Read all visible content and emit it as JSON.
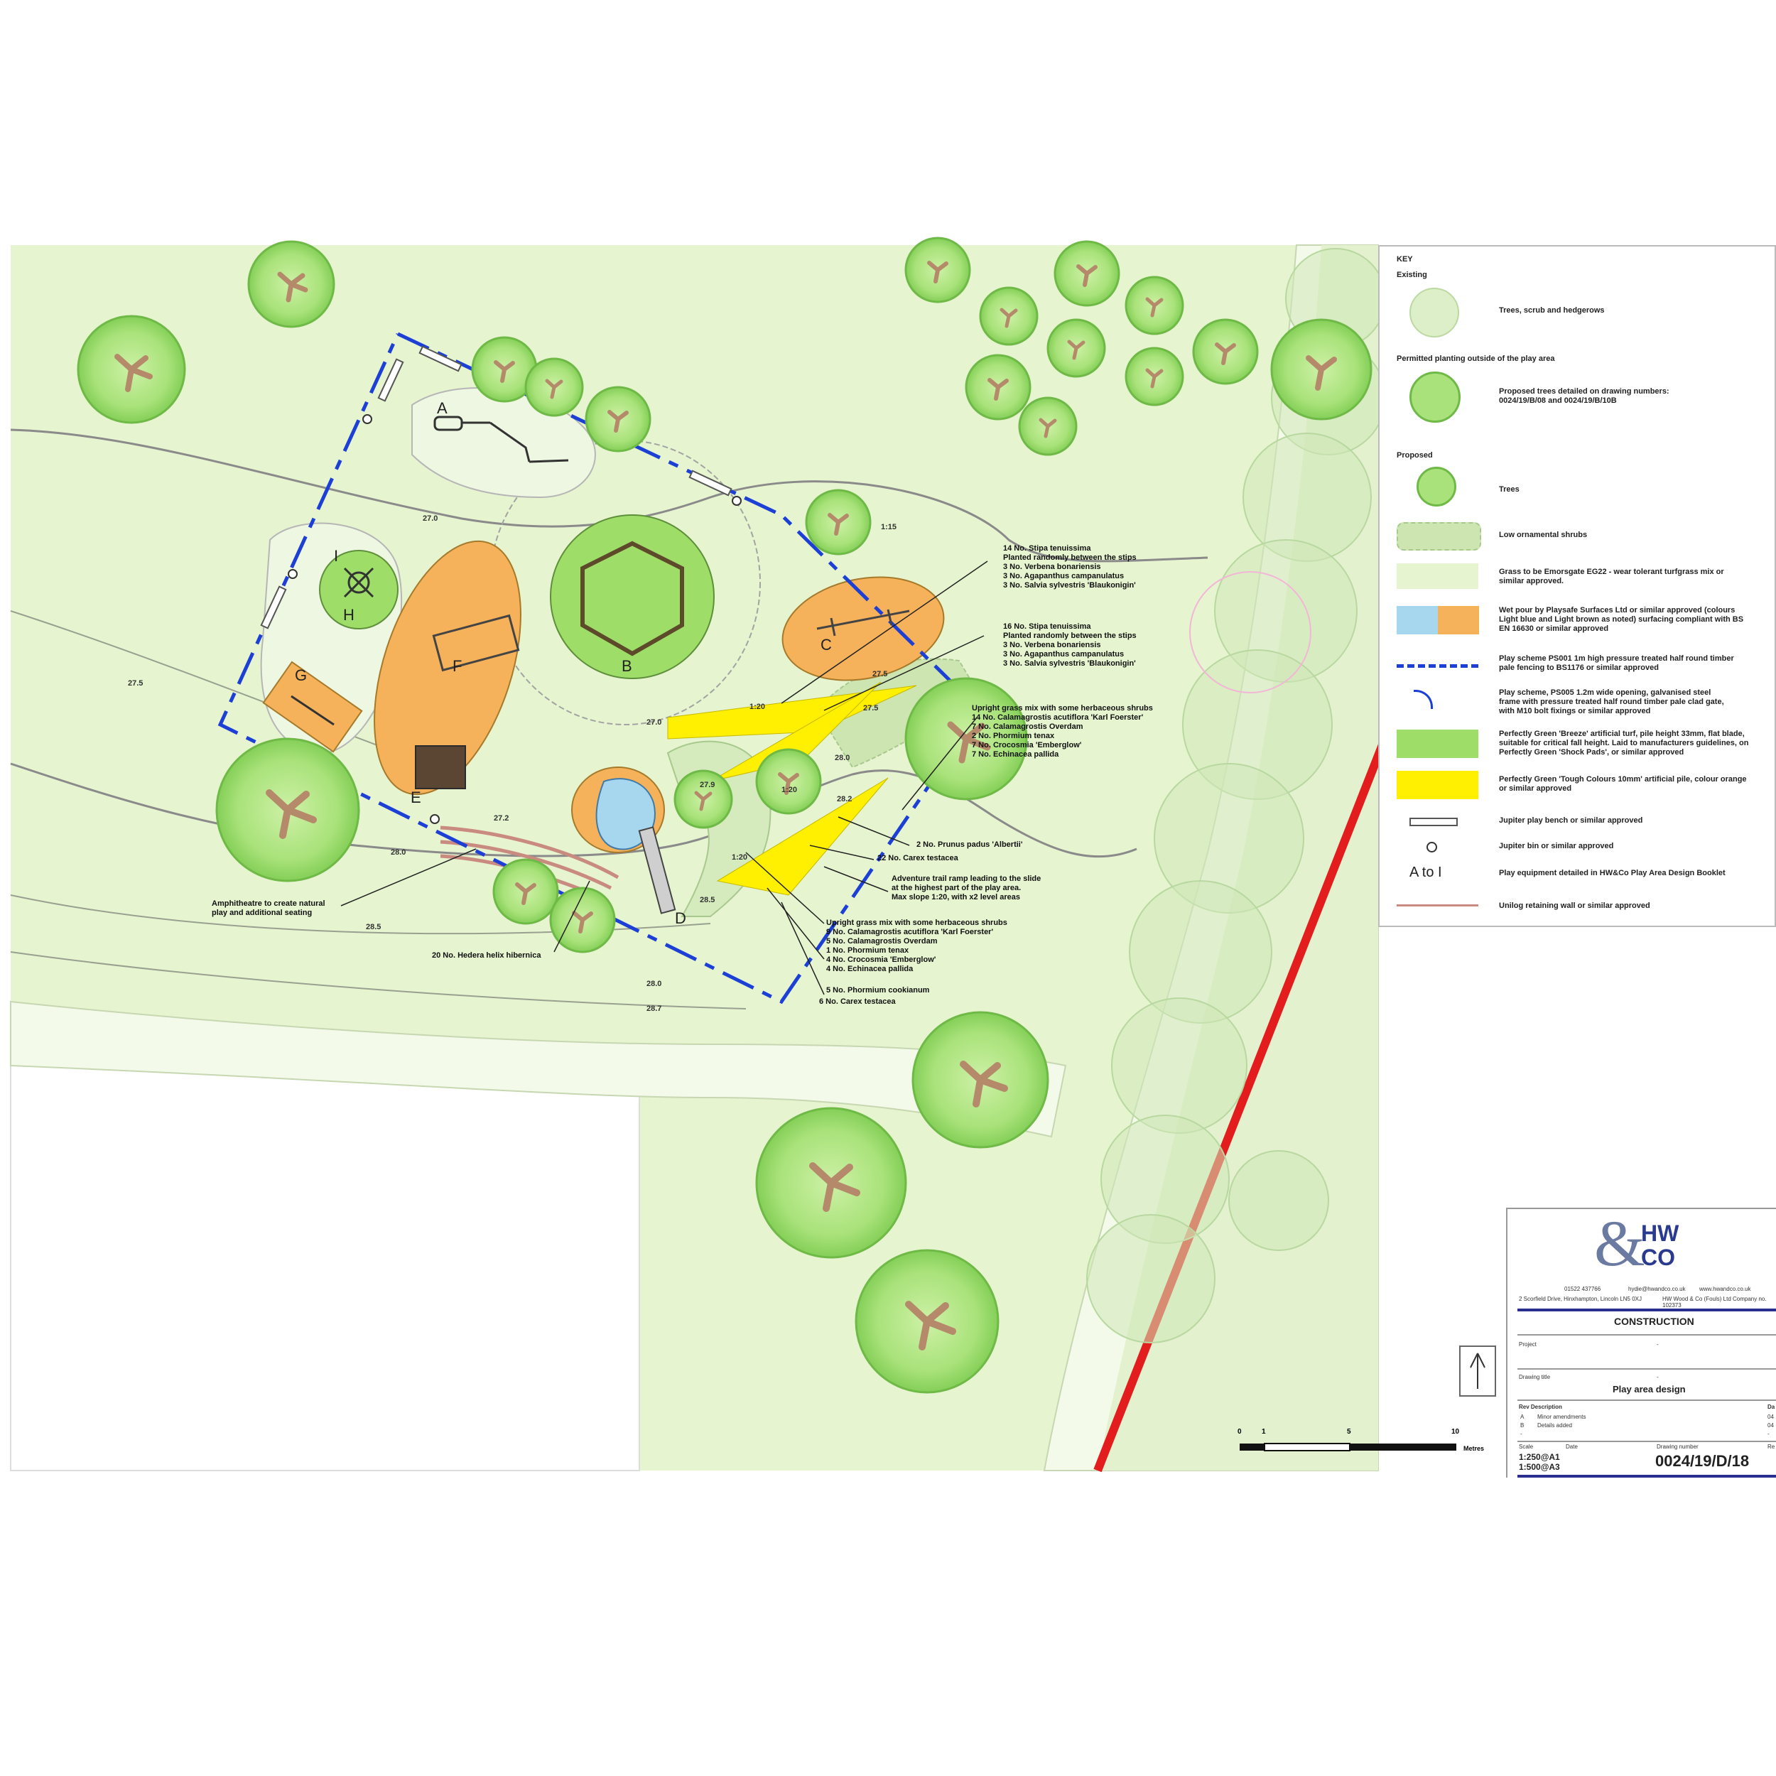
{
  "colors": {
    "grass": "#e6f4d0",
    "tree": "#a9e27a",
    "tree_dark": "#7cc650",
    "trunk": "#b58a6a",
    "orange": "#f6b25a",
    "light_blue": "#a7d7ef",
    "lime": "#9fdd69",
    "yellow": "#ffef00",
    "fence": "#1c3fd6",
    "red_path": "#e31d1d",
    "retaining_wall": "#c98a80",
    "path": "#888888"
  },
  "equipment_labels": [
    "A",
    "B",
    "C",
    "D",
    "E",
    "F",
    "G",
    "H",
    "I"
  ],
  "levels": [
    "27.0",
    "27.5",
    "27.0",
    "27.5",
    "27.5",
    "28.0",
    "27.2",
    "27.9",
    "28.2",
    "28.5",
    "28.0",
    "28.5",
    "28.0",
    "28.7",
    "1:20",
    "1:20",
    "1:20",
    "1:15"
  ],
  "annotations": {
    "planting_1": [
      "14 No. Stipa tenuissima",
      "Planted randomly between the stips",
      "3 No. Verbena bonariensis",
      "3 No. Agapanthus campanulatus",
      "3 No. Salvia sylvestris 'Blaukonigin'"
    ],
    "planting_2": [
      "16 No. Stipa tenuissima",
      "Planted randomly between the stips",
      "3 No. Verbena bonariensis",
      "3 No. Agapanthus campanulatus",
      "3 No. Salvia sylvestris 'Blaukonigin'"
    ],
    "planting_3": [
      "Upright grass mix with some herbaceous shrubs",
      "14 No. Calamagrostis acutiflora 'Karl Foerster'",
      "7 No. Calamagrostis Overdam",
      "2 No. Phormium tenax",
      "7 No. Crocosmia 'Emberglow'",
      "7 No. Echinacea pallida"
    ],
    "prunus": "2 No. Prunus padus 'Albertii'",
    "carex": "22 No. Carex testacea",
    "trail": [
      "Adventure trail ramp leading to the slide",
      "at the highest part of the play area.",
      "Max slope 1:20, with x2 level areas"
    ],
    "planting_4": [
      "Upright grass mix with some herbaceous shrubs",
      "9 No. Calamagrostis acutiflora 'Karl Foerster'",
      "5 No. Calamagrostis Overdam",
      "1 No. Phormium tenax",
      "4 No. Crocosmia 'Emberglow'",
      "4 No. Echinacea pallida"
    ],
    "phormium": "5 No. Phormium cookianum",
    "carex2": "6 No. Carex testacea",
    "amphitheatre": [
      "Amphitheatre to create natural",
      "play and additional seating"
    ],
    "hedera": "20 No. Hedera helix hibernica"
  },
  "legend": {
    "key": "KEY",
    "existing": "Existing",
    "existing_trees": "Trees, scrub and hedgerows",
    "permitted": "Permitted planting outside of the play area",
    "proposed_trees_outside": [
      "Proposed trees detailed on drawing numbers:",
      "0024/19/B/08 and 0024/19/B/10B"
    ],
    "proposed": "Proposed",
    "trees": "Trees",
    "shrubs": "Low ornamental shrubs",
    "grass": [
      "Grass to be Emorsgate EG22 - wear tolerant turfgrass mix or",
      "similar approved."
    ],
    "wetpour": [
      "Wet pour by Playsafe Surfaces Ltd or similar approved (colours",
      "Light blue and Light brown as noted) surfacing compliant with BS",
      "EN 16630 or similar approved"
    ],
    "fence": [
      "Play scheme PS001 1m high pressure treated half round timber",
      "pale fencing to BS1176 or similar approved"
    ],
    "gate": [
      "Play scheme, PS005 1.2m wide opening, galvanised steel",
      "frame with pressure treated half round timber pale clad gate,",
      "with M10 bolt fixings or similar approved"
    ],
    "turf_green": [
      "Perfectly Green 'Breeze' artificial turf, pile height 33mm, flat blade,",
      "suitable for critical fall height.  Laid to manufacturers guidelines, on",
      "Perfectly Green 'Shock Pads', or similar approved"
    ],
    "turf_yellow": [
      "Perfectly Green 'Tough Colours 10mm' artificial pile, colour orange",
      "or similar approved"
    ],
    "bench": "Jupiter play bench or similar approved",
    "bin": "Jupiter bin or similar approved",
    "a_to_i": "A to I",
    "equipment": "Play equipment detailed in HW&Co Play Area Design Booklet",
    "wall": "Unilog retaining wall or similar approved"
  },
  "scale_bar": {
    "ticks": [
      "0",
      "1",
      "5",
      "10"
    ],
    "unit": "Metres"
  },
  "title_block": {
    "logo_left": "&",
    "logo_right_1": "HW",
    "logo_right_2": "CO",
    "contact_1": "01522 437766",
    "contact_2": "hydie@hwandco.co.uk",
    "contact_3": "www.hwandco.co.uk",
    "address": "2 Scorfield Drive, Hinxhampton, Lincoln LN5 0XJ",
    "company": "HW Wood & Co (Fouls) Ltd Company no. 102373",
    "status": "CONSTRUCTION",
    "project_label": "Project",
    "project_value": "-",
    "drawing_title_label": "Drawing title",
    "drawing_title_dash": "-",
    "drawing_title": "Play area design",
    "rev_label": "Rev  Description",
    "rev_a": "A",
    "rev_a_desc": "Minor amendments",
    "rev_b": "B",
    "rev_b_desc": "Details added",
    "rev_dash": "-",
    "date_col": "Da",
    "date_1": "04",
    "date_2": "04",
    "date_3": "-",
    "scale_label": "Scale",
    "date_label": "Date",
    "drawing_no_label": "Drawing number",
    "rev_no_label": "Re",
    "scale_1": "1:250@A1",
    "scale_2": "1:500@A3",
    "drawing_number": "0024/19/D/18"
  }
}
